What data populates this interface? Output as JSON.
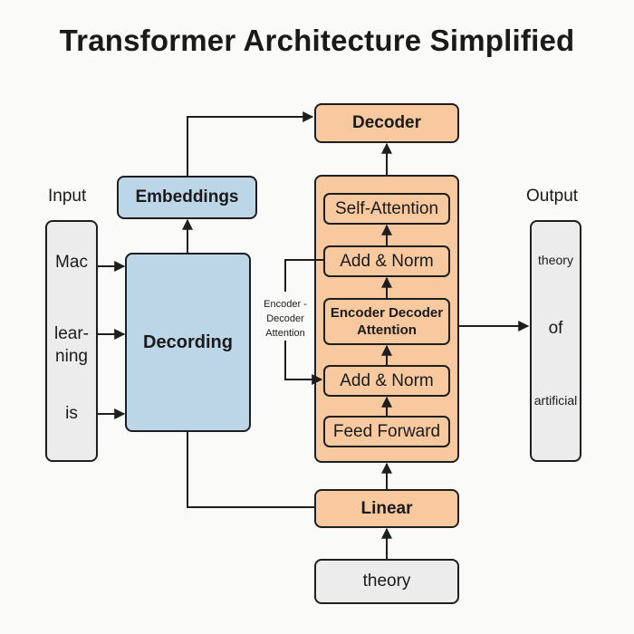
{
  "title": "Transformer Architecture Simplified",
  "input": {
    "label": "Input",
    "tokens": [
      "Mac",
      "lear-\nning",
      "is"
    ]
  },
  "output": {
    "label": "Output",
    "tokens": [
      "theory",
      "of",
      "artificial"
    ]
  },
  "embeddings": "Embeddings",
  "decording": "Decording",
  "decoder": "Decoder",
  "decoder_stack": {
    "self_attention": "Self-Attention",
    "add_norm_1": "Add & Norm",
    "encoder_decoder_attention": "Encoder Decoder\nAttention",
    "add_norm_2": "Add & Norm",
    "feed_forward": "Feed Forward"
  },
  "side_label": "Encoder -\nDecoder\nAttention",
  "linear": "Linear",
  "bottom_input": "theory",
  "colors": {
    "orange": "#f8c99e",
    "blue": "#bcd6e8",
    "gray": "#ececec"
  }
}
